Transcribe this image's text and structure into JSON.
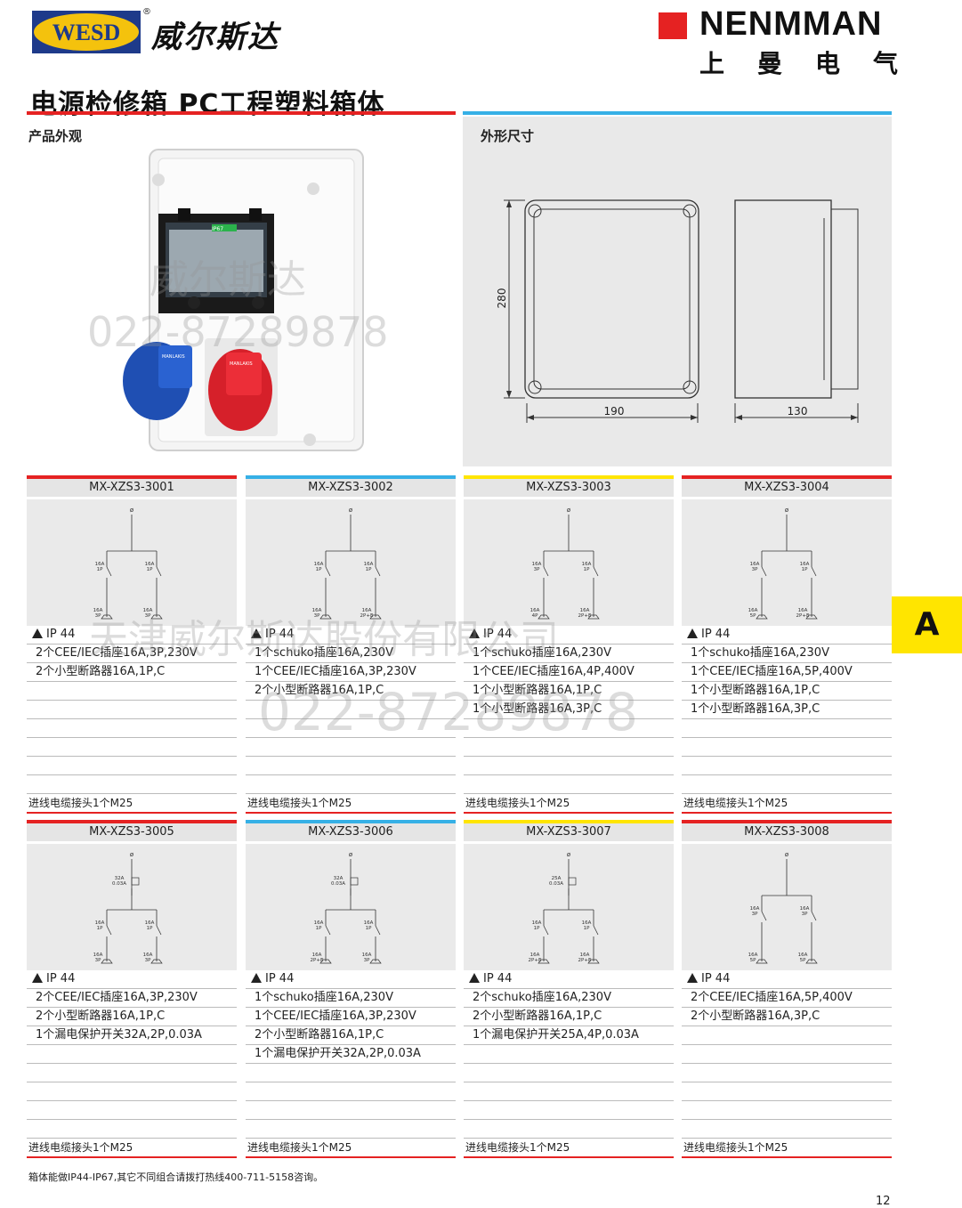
{
  "header": {
    "logo_text": "WESD",
    "reg_mark": "®",
    "brand_cn": "威尔斯达",
    "nenmman": "NENMMAN",
    "nenmman_cn": "上曼电气"
  },
  "page_title": "电源检修箱  PC工程塑料箱体",
  "section_appearance": "产品外观",
  "section_dimensions": "外形尺寸",
  "dimensions": {
    "height": "280",
    "width": "190",
    "depth": "130"
  },
  "enclosure_label": "IP67",
  "socket_brand": "MANLAKIS",
  "watermarks": {
    "brand": "威尔斯达",
    "phone": "022-87289878",
    "company": "天津威尔斯达股份有限公司"
  },
  "ip_label": "IP 44",
  "cable_text": "进线电缆接头1个M25",
  "side_tab": "A",
  "note": "箱体能做IP44-IP67,其它不同组合请拨打热线400-711-5158咨询。",
  "page_number": "12",
  "colors": {
    "red": "#e52222",
    "blue": "#36b0e6",
    "yellow": "#ffe500"
  },
  "products": [
    {
      "model": "MX-XZS3-3001",
      "bar": "red",
      "items": [
        "2个CEE/IEC插座16A,3P,230V",
        "2个小型断路器16A,1P,C"
      ],
      "diagram": {
        "rcd": "",
        "breakers": [
          "16A\n1P",
          "16A\n1P"
        ],
        "sockets": [
          "16A\n3P",
          "16A\n3P"
        ]
      }
    },
    {
      "model": "MX-XZS3-3002",
      "bar": "blue",
      "items": [
        "1个schuko插座16A,230V",
        "1个CEE/IEC插座16A,3P,230V",
        "2个小型断路器16A,1P,C"
      ],
      "diagram": {
        "rcd": "",
        "breakers": [
          "16A\n1P",
          "16A\n1P"
        ],
        "sockets": [
          "16A\n3P",
          "16A\n2P+E"
        ]
      }
    },
    {
      "model": "MX-XZS3-3003",
      "bar": "yellow",
      "items": [
        "1个schuko插座16A,230V",
        "1个CEE/IEC插座16A,4P,400V",
        "1个小型断路器16A,1P,C",
        "1个小型断路器16A,3P,C"
      ],
      "diagram": {
        "rcd": "",
        "breakers": [
          "16A\n3P",
          "16A\n1P"
        ],
        "sockets": [
          "16A\n4P",
          "16A\n2P+E"
        ]
      }
    },
    {
      "model": "MX-XZS3-3004",
      "bar": "red",
      "items": [
        "1个schuko插座16A,230V",
        "1个CEE/IEC插座16A,5P,400V",
        "1个小型断路器16A,1P,C",
        "1个小型断路器16A,3P,C"
      ],
      "diagram": {
        "rcd": "",
        "breakers": [
          "16A\n3P",
          "16A\n1P"
        ],
        "sockets": [
          "16A\n5P",
          "16A\n2P+E"
        ]
      }
    },
    {
      "model": "MX-XZS3-3005",
      "bar": "red",
      "items": [
        "2个CEE/IEC插座16A,3P,230V",
        "2个小型断路器16A,1P,C",
        "1个漏电保护开关32A,2P,0.03A"
      ],
      "diagram": {
        "rcd": "32A\n0.03A",
        "breakers": [
          "16A\n1P",
          "16A\n1P"
        ],
        "sockets": [
          "16A\n3P",
          "16A\n3P"
        ]
      }
    },
    {
      "model": "MX-XZS3-3006",
      "bar": "blue",
      "items": [
        "1个schuko插座16A,230V",
        "1个CEE/IEC插座16A,3P,230V",
        "2个小型断路器16A,1P,C",
        "1个漏电保护开关32A,2P,0.03A"
      ],
      "diagram": {
        "rcd": "32A\n0.03A",
        "breakers": [
          "16A\n1P",
          "16A\n1P"
        ],
        "sockets": [
          "16A\n2P+E",
          "16A\n3P"
        ]
      }
    },
    {
      "model": "MX-XZS3-3007",
      "bar": "yellow",
      "items": [
        "2个schuko插座16A,230V",
        "2个小型断路器16A,1P,C",
        "1个漏电保护开关25A,4P,0.03A"
      ],
      "diagram": {
        "rcd": "25A\n0.03A",
        "breakers": [
          "16A\n1P",
          "16A\n1P"
        ],
        "sockets": [
          "16A\n2P+E",
          "16A\n2P+E"
        ]
      }
    },
    {
      "model": "MX-XZS3-3008",
      "bar": "red",
      "items": [
        "2个CEE/IEC插座16A,5P,400V",
        "2个小型断路器16A,3P,C"
      ],
      "diagram": {
        "rcd": "",
        "breakers": [
          "16A\n3P",
          "16A\n3P"
        ],
        "sockets": [
          "16A\n5P",
          "16A\n5P"
        ]
      }
    }
  ]
}
